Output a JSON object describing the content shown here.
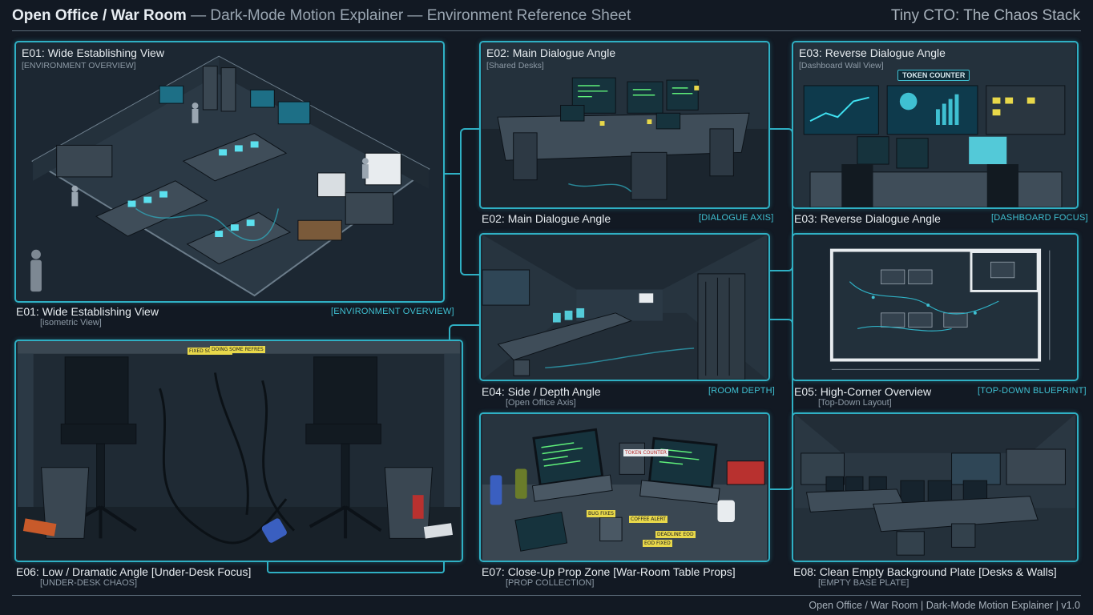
{
  "header": {
    "title_bold": "Open Office / War Room",
    "title_rest": " — Dark-Mode Motion Explainer — Environment Reference Sheet",
    "series_name": "Tiny CTO: The Chaos Stack"
  },
  "footer": "Open Office / War Room | Dark-Mode Motion Explainer | v1.0",
  "colors": {
    "accent": "#2fb0c4",
    "background": "#121923",
    "panel": "#1c2732"
  },
  "panels": {
    "e01": {
      "title": "E01: Wide Establishing View",
      "subtitle": "[ENVIRONMENT OVERVIEW]",
      "caption": "E01: Wide Establishing View",
      "caption_sub": "[isometric View]",
      "tag": "[ENVIRONMENT OVERVIEW]"
    },
    "e02": {
      "title": "E02: Main Dialogue Angle",
      "subtitle": "[Shared Desks]",
      "caption": "E02: Main Dialogue Angle",
      "tag": "[DIALOGUE AXIS]"
    },
    "e03": {
      "title": "E03: Reverse Dialogue Angle",
      "subtitle": "[Dashboard Wall View]",
      "caption": "E03: Reverse Dialogue Angle",
      "tag": "[DASHBOARD FOCUS]",
      "token_label": "TOKEN COUNTER"
    },
    "e04": {
      "caption": "E04: Side / Depth Angle",
      "caption_sub": "[Open Office Axis]",
      "tag": "[ROOM DEPTH]"
    },
    "e05": {
      "caption": "E05: High-Corner Overview",
      "caption_sub": "[Top-Down Layout]",
      "tag": "[TOP-DOWN BLUEPRINT]"
    },
    "e06": {
      "caption": "E06: Low / Dramatic Angle [Under-Desk Focus]",
      "caption_sub": "[UNDER-DESK CHAOS]",
      "notes": [
        "FIXED SOMEHOW",
        "DOING SOME REFRES"
      ]
    },
    "e07": {
      "caption": "E07: Close-Up Prop Zone [War-Room Table Props]",
      "caption_sub": "[PROP COLLECTION]",
      "notes": [
        "BUG FIXES",
        "COFFEE ALERT",
        "DEADLINE EOD",
        "EOD FIXED"
      ],
      "sign": "TOKEN COUNTER"
    },
    "e08": {
      "caption": "E08: Clean Empty Background Plate [Desks & Walls]",
      "caption_sub": "[EMPTY BASE PLATE]"
    }
  }
}
